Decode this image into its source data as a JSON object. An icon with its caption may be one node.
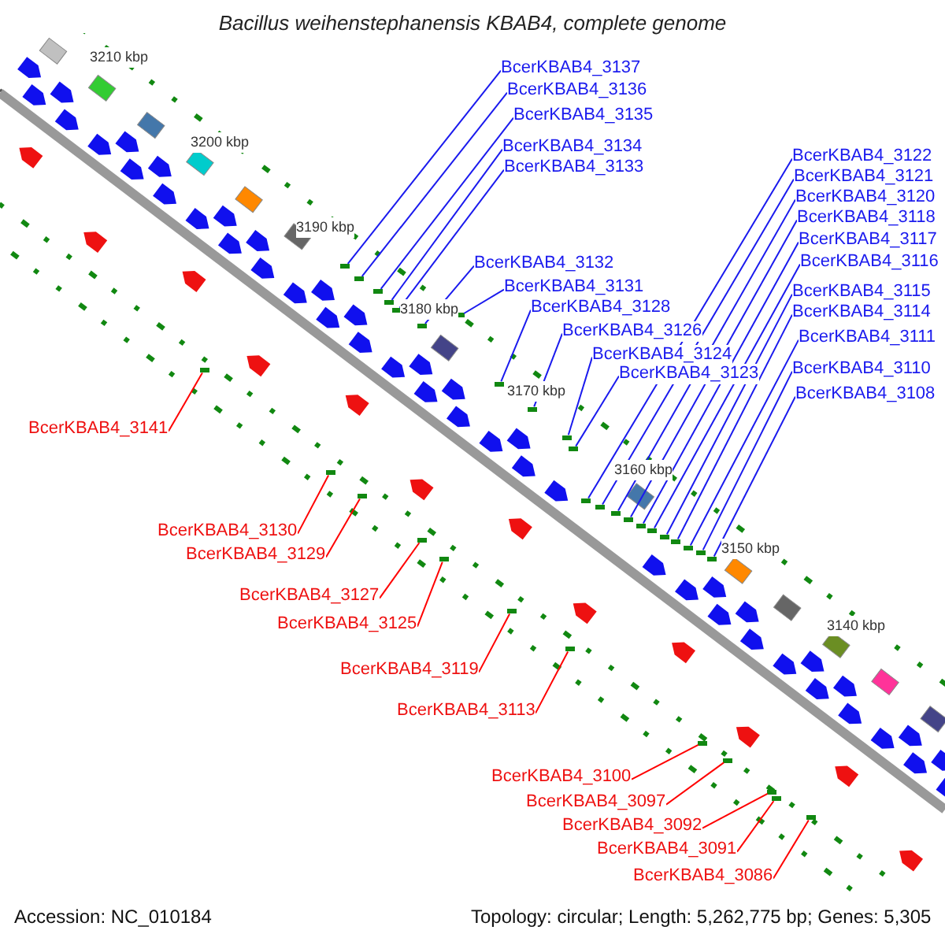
{
  "diagram": {
    "title": "Bacillus weihenstephanensis KBAB4, complete genome",
    "nodes": [
      {
        "text": [
          "BcerKBAB4_3137"
        ]
      },
      {
        "text": [
          "BcerKBAB4_3136"
        ]
      },
      {
        "text": [
          "BcerKBAB4_3135"
        ]
      },
      {
        "text": [
          "BcerKBAB4_3134"
        ]
      },
      {
        "text": [
          "BcerKBAB4_3133"
        ]
      },
      {
        "text": [
          "BcerKBAB4_3132"
        ]
      },
      {
        "text": [
          "BcerKBAB4_3131"
        ]
      },
      {
        "text": [
          "BcerKBAB4_3128"
        ]
      },
      {
        "text": [
          "BcerKBAB4_3126"
        ]
      },
      {
        "text": [
          "BcerKBAB4_3124"
        ]
      },
      {
        "text": [
          "BcerKBAB4_3123"
        ]
      },
      {
        "text": [
          "BcerKBAB4_3122"
        ]
      },
      {
        "text": [
          "BcerKBAB4_3121"
        ]
      },
      {
        "text": [
          "BcerKBAB4_3120"
        ]
      },
      {
        "text": [
          "BcerKBAB4_3118"
        ]
      },
      {
        "text": [
          "BcerKBAB4_3117"
        ]
      },
      {
        "text": [
          "BcerKBAB4_3116"
        ]
      },
      {
        "text": [
          "BcerKBAB4_3115"
        ]
      },
      {
        "text": [
          "BcerKBAB4_3114"
        ]
      },
      {
        "text": [
          "BcerKBAB4_3111"
        ]
      },
      {
        "text": [
          "BcerKBAB4_3110"
        ]
      },
      {
        "text": [
          "BcerKBAB4_3108"
        ]
      },
      {
        "text": [
          "BcerKBAB4_3141"
        ]
      },
      {
        "text": [
          "BcerKBAB4_3130"
        ]
      },
      {
        "text": [
          "BcerKBAB4_3129"
        ]
      },
      {
        "text": [
          "BcerKBAB4_3127"
        ]
      },
      {
        "text": [
          "BcerKBAB4_3125"
        ]
      },
      {
        "text": [
          "BcerKBAB4_3119"
        ]
      },
      {
        "text": [
          "BcerKBAB4_3113"
        ]
      },
      {
        "text": [
          "BcerKBAB4_3100"
        ]
      },
      {
        "text": [
          "BcerKBAB4_3097"
        ]
      },
      {
        "text": [
          "BcerKBAB4_3092"
        ]
      },
      {
        "text": [
          "BcerKBAB4_3091"
        ]
      },
      {
        "text": [
          "BcerKBAB4_3086"
        ]
      },
      {
        "text": [],
        "shape": "bar"
      },
      {
        "text": [],
        "shape": "bar"
      },
      {
        "text": [],
        "shape": "bar"
      },
      {
        "text": [],
        "shape": "bar"
      },
      {
        "text": [],
        "shape": "bar"
      },
      {
        "text": [],
        "shape": "bar"
      },
      {
        "text": [],
        "shape": "bar"
      },
      {
        "text": [],
        "shape": "bar"
      },
      {
        "text": [],
        "shape": "bar"
      },
      {
        "text": [],
        "shape": "bar"
      },
      {
        "text": [],
        "shape": "bar"
      },
      {
        "text": [],
        "shape": "bar"
      },
      {
        "text": [],
        "shape": "bar"
      },
      {
        "text": [],
        "shape": "bar"
      },
      {
        "text": [],
        "shape": "bar"
      },
      {
        "text": [],
        "shape": "bar"
      },
      {
        "text": [],
        "shape": "bar"
      },
      {
        "text": [],
        "shape": "bar"
      },
      {
        "text": [],
        "shape": "bar"
      },
      {
        "text": [],
        "shape": "bar"
      },
      {
        "text": [],
        "shape": "bar"
      },
      {
        "text": [],
        "shape": "bar"
      },
      {
        "text": [],
        "shape": "bar"
      },
      {
        "text": [],
        "shape": "bar"
      },
      {
        "text": [],
        "shape": "bar"
      },
      {
        "text": [],
        "shape": "bar"
      },
      {
        "text": [],
        "shape": "bar"
      },
      {
        "text": [],
        "shape": "bar"
      },
      {
        "text": [],
        "shape": "bar"
      },
      {
        "text": [],
        "shape": "bar"
      },
      {
        "text": [],
        "shape": "bar"
      },
      {
        "text": [],
        "shape": "bar"
      },
      {
        "text": [],
        "shape": "bar"
      },
      {
        "text": [],
        "shape": "bar"
      }
    ],
    "edges": [
      {
        "from": 0,
        "to": 34,
        "arrow": "none"
      },
      {
        "from": 1,
        "to": 35,
        "arrow": "none"
      },
      {
        "from": 2,
        "to": 36,
        "arrow": "none"
      },
      {
        "from": 3,
        "to": 37,
        "arrow": "none"
      },
      {
        "from": 4,
        "to": 38,
        "arrow": "none"
      },
      {
        "from": 5,
        "to": 39,
        "arrow": "none"
      },
      {
        "from": 6,
        "to": 40,
        "arrow": "none"
      },
      {
        "from": 7,
        "to": 41,
        "arrow": "none"
      },
      {
        "from": 8,
        "to": 42,
        "arrow": "none"
      },
      {
        "from": 9,
        "to": 43,
        "arrow": "none"
      },
      {
        "from": 10,
        "to": 44,
        "arrow": "none"
      },
      {
        "from": 11,
        "to": 45,
        "arrow": "none"
      },
      {
        "from": 12,
        "to": 46,
        "arrow": "none"
      },
      {
        "from": 13,
        "to": 47,
        "arrow": "none"
      },
      {
        "from": 14,
        "to": 48,
        "arrow": "none"
      },
      {
        "from": 15,
        "to": 49,
        "arrow": "none"
      },
      {
        "from": 16,
        "to": 50,
        "arrow": "none"
      },
      {
        "from": 17,
        "to": 51,
        "arrow": "none"
      },
      {
        "from": 18,
        "to": 52,
        "arrow": "none"
      },
      {
        "from": 19,
        "to": 53,
        "arrow": "none"
      },
      {
        "from": 20,
        "to": 54,
        "arrow": "none"
      },
      {
        "from": 21,
        "to": 55,
        "arrow": "none"
      },
      {
        "from": 22,
        "to": 56,
        "arrow": "none",
        "color": "#ff0000"
      },
      {
        "from": 23,
        "to": 57,
        "arrow": "none",
        "color": "#ff0000"
      },
      {
        "from": 24,
        "to": 58,
        "arrow": "none",
        "color": "#ff0000"
      },
      {
        "from": 25,
        "to": 59,
        "arrow": "none",
        "color": "#ff0000"
      },
      {
        "from": 26,
        "to": 60,
        "arrow": "none",
        "color": "#ff0000"
      },
      {
        "from": 27,
        "to": 61,
        "arrow": "none",
        "color": "#ff0000"
      },
      {
        "from": 28,
        "to": 62,
        "arrow": "none",
        "color": "#ff0000"
      },
      {
        "from": 29,
        "to": 63,
        "arrow": "none",
        "color": "#ff0000"
      },
      {
        "from": 30,
        "to": 64,
        "arrow": "none",
        "color": "#ff0000"
      },
      {
        "from": 31,
        "to": 65,
        "arrow": "none",
        "color": "#ff0000"
      },
      {
        "from": 32,
        "to": 66,
        "arrow": "none",
        "color": "#ff0000"
      },
      {
        "from": 33,
        "to": 67,
        "arrow": "none",
        "color": "#ff0000"
      }
    ],
    "labels": [
      "3210 kbp",
      "3200 kbp",
      "3190 kbp",
      "3180 kbp",
      "3170 kbp",
      "3160 kbp",
      "3150 kbp",
      "3140 kbp",
      "Accession: NC_010184",
      "Topology: circular; Length: 5,262,775 bp; Genes: 5,305"
    ]
  }
}
